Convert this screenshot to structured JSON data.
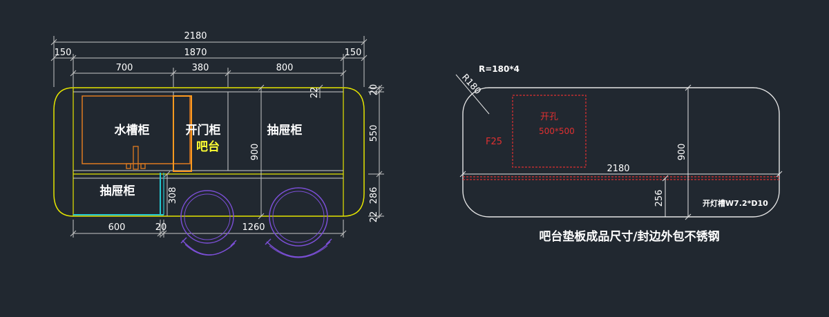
{
  "colors": {
    "background": "#212830",
    "outline": "#e6e600",
    "sink": "#e07b20",
    "bar_highlight": "#ff9a1f",
    "wheel": "#7b4fd6",
    "cyan": "#25c7d1",
    "dim_line": "#c8c8c8",
    "red": "#e03030",
    "white": "#ffffff"
  },
  "left_plan": {
    "dims_top": {
      "overall": "2180",
      "left_end": "150",
      "middle": "1870",
      "right_end": "150",
      "sink_width": "700",
      "door_width": "380",
      "drawer_width": "800"
    },
    "dims_right": {
      "top_gap": "20",
      "upper_depth": "550",
      "lower_depth": "286",
      "bottom_gap": "22"
    },
    "dims_bottom": {
      "drawer_width": "600",
      "gap": "20",
      "rest_width": "1260"
    },
    "inner_dims": {
      "small_gap": "22",
      "height": "900",
      "lower_drawer": "308"
    },
    "labels": {
      "sink_cabinet": "水槽柜",
      "door_cabinet": "开门柜",
      "bar": "吧台",
      "drawer_cabinet_right": "抽屉柜",
      "drawer_cabinet_bottom": "抽屉柜"
    }
  },
  "right_plan": {
    "radius_note": "R=180*4",
    "radius_label": "R180",
    "hole_label": "开孔",
    "hole_size": "500*500",
    "f_label": "F25",
    "length": "2180",
    "height": "900",
    "strip": "256",
    "light_slot": "开灯槽W7.2*D10",
    "caption": "吧台垫板成品尺寸/封边外包不锈钢"
  }
}
